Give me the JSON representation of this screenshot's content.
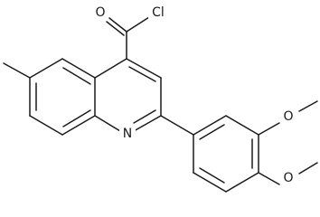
{
  "structure": {
    "atoms": {
      "oxygen_carbonyl": "O",
      "chlorine": "Cl",
      "nitrogen": "N",
      "oxygen_methoxy_upper": "O",
      "oxygen_methoxy_lower": "O"
    },
    "colors": {
      "bond": "#1a1a1a",
      "label": "#1a1a1a",
      "background": "#ffffff"
    }
  }
}
